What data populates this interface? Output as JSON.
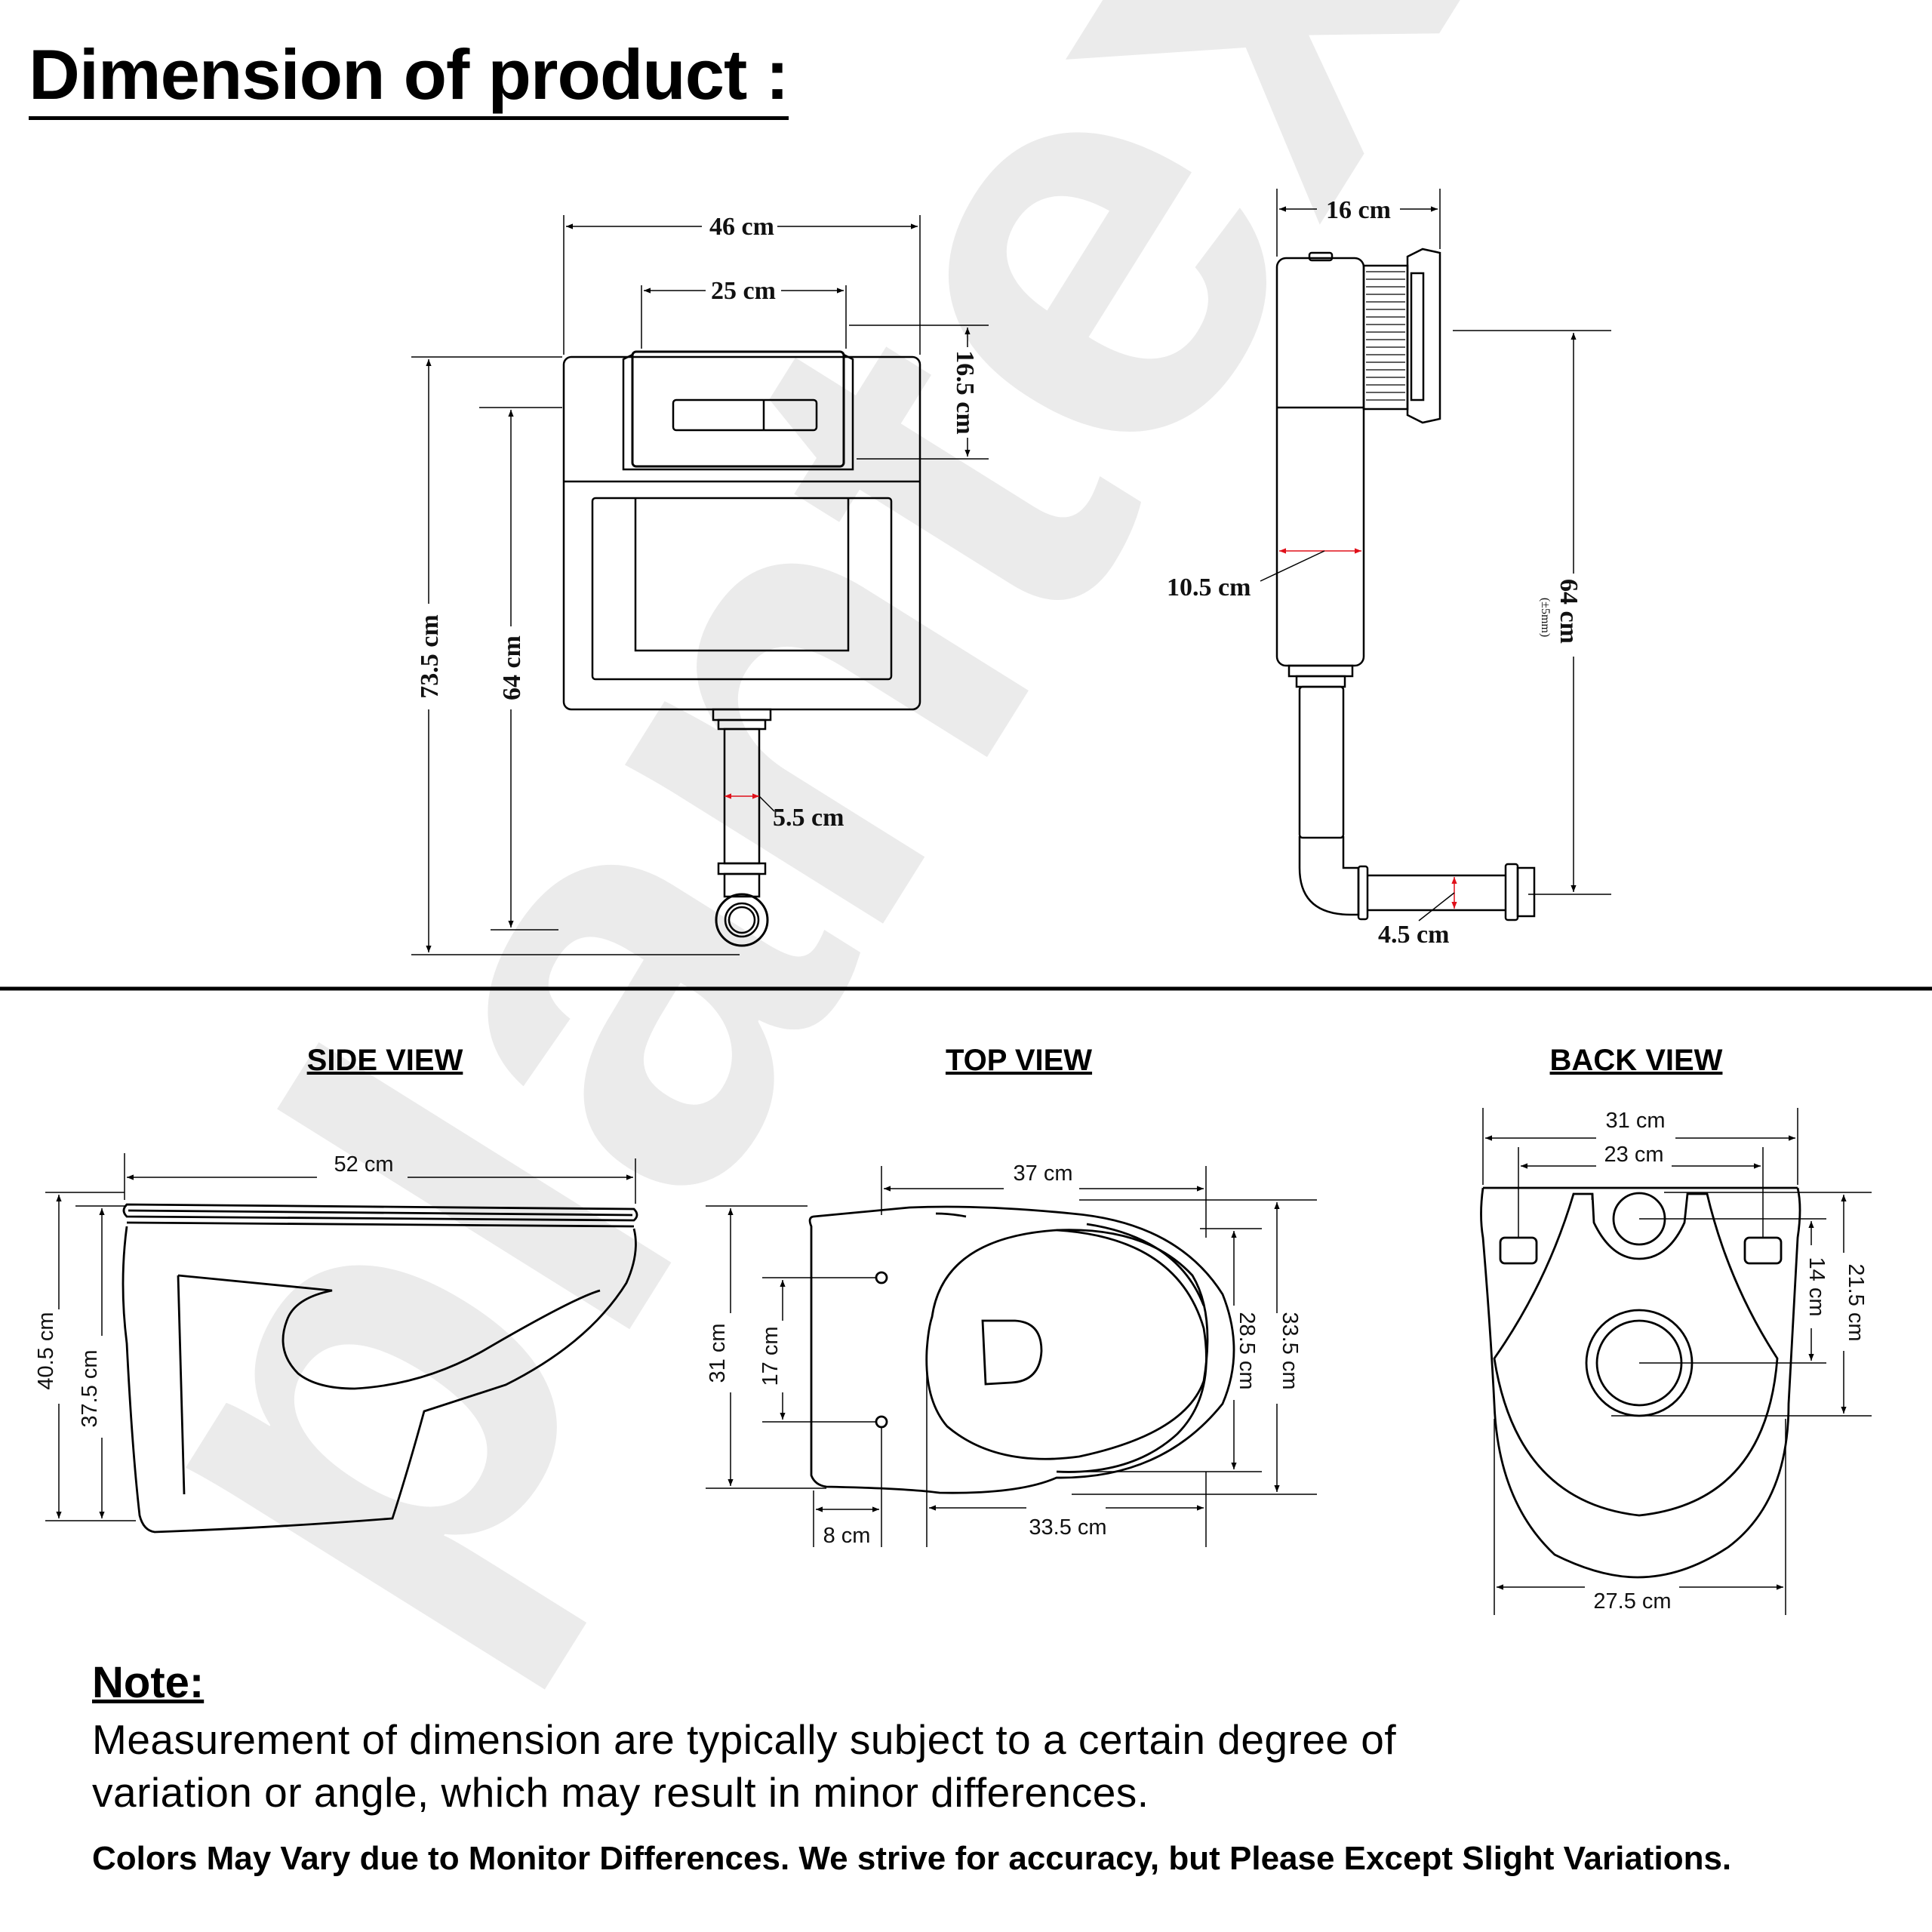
{
  "page_title": "Dimension of product :",
  "watermark": "plantex",
  "cistern_front": {
    "width_overall": "46 cm",
    "width_button_plate": "25 cm",
    "height_button_plate": "16.5 cm",
    "height_total": "73.5 cm",
    "height_cistern": "64 cm",
    "pipe_diameter": "5.5 cm"
  },
  "cistern_side": {
    "depth": "16 cm",
    "body_depth": "10.5 cm",
    "height": "64 cm",
    "height_tolerance": "(±5mm)",
    "outlet_diameter": "4.5 cm"
  },
  "side_view": {
    "title": "SIDE VIEW",
    "length": "52 cm",
    "height_total": "40.5 cm",
    "height_body": "37.5 cm"
  },
  "top_view": {
    "title": "TOP VIEW",
    "length_top": "37 cm",
    "width_left": "31 cm",
    "hole_spacing": "17 cm",
    "width_right": "33.5 cm",
    "seat_width": "28.5 cm",
    "rear_offset": "8 cm",
    "length_bottom": "33.5 cm"
  },
  "back_view": {
    "title": "BACK VIEW",
    "width_top": "31 cm",
    "hole_spacing": "23 cm",
    "inlet_height": "14 cm",
    "outlet_height": "21.5 cm",
    "width_bottom": "27.5 cm"
  },
  "note": {
    "title": "Note:",
    "line1": "Measurement of dimension are typically subject to a certain degree of",
    "line2": "variation or angle, which may result in minor differences."
  },
  "disclaimer": "Colors May Vary due to Monitor Differences. We strive for accuracy, but Please Except Slight Variations.",
  "colors": {
    "ink": "#000000",
    "accent_red": "#e0101a",
    "watermark": "#ebebeb"
  }
}
